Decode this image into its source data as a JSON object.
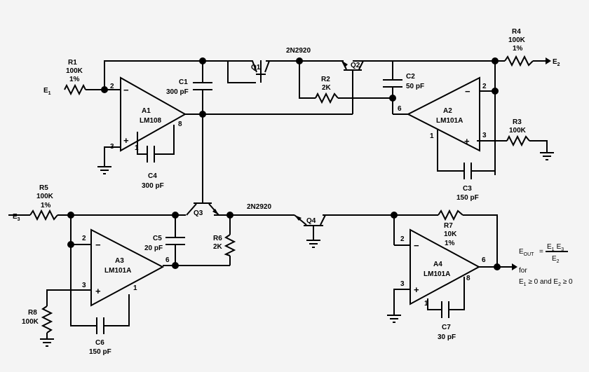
{
  "colors": {
    "ink": "#000000",
    "background": "#f4f4f4"
  },
  "inputs": {
    "e1": "E",
    "e1_sub": "1",
    "e2": "E",
    "e2_sub": "2",
    "e3": "E",
    "e3_sub": "3"
  },
  "transistor_type": "2N2920",
  "components": {
    "r1": {
      "name": "R1",
      "value": "100K",
      "tol": "1%"
    },
    "r2": {
      "name": "R2",
      "value": "2K"
    },
    "r3": {
      "name": "R3",
      "value": "100K"
    },
    "r4": {
      "name": "R4",
      "value": "100K",
      "tol": "1%"
    },
    "r5": {
      "name": "R5",
      "value": "100K",
      "tol": "1%"
    },
    "r6": {
      "name": "R6",
      "value": "2K"
    },
    "r7": {
      "name": "R7",
      "value": "10K",
      "tol": "1%"
    },
    "r8": {
      "name": "R8",
      "value": "100K"
    },
    "c1": {
      "name": "C1",
      "value": "300 pF"
    },
    "c2": {
      "name": "C2",
      "value": "50 pF"
    },
    "c3": {
      "name": "C3",
      "value": "150 pF"
    },
    "c4": {
      "name": "C4",
      "value": "300 pF"
    },
    "c5": {
      "name": "C5",
      "value": "20 pF"
    },
    "c6": {
      "name": "C6",
      "value": "150 pF"
    },
    "c7": {
      "name": "C7",
      "value": "30 pF"
    },
    "q1": {
      "name": "Q1"
    },
    "q2": {
      "name": "Q2"
    },
    "q3": {
      "name": "Q3"
    },
    "q4": {
      "name": "Q4"
    },
    "a1": {
      "name": "A1",
      "part": "LM108"
    },
    "a2": {
      "name": "A2",
      "part": "LM101A"
    },
    "a3": {
      "name": "A3",
      "part": "LM101A"
    },
    "a4": {
      "name": "A4",
      "part": "LM101A"
    }
  },
  "pins": {
    "p1": "1",
    "p2": "2",
    "p3": "3",
    "p6": "6",
    "p8": "8"
  },
  "signs": {
    "minus": "−",
    "plus": "+"
  },
  "equation": {
    "lhs": "E",
    "lhs_sub": "OUT",
    "equals": "=",
    "numerator": "E",
    "num_sub1": "1",
    "num_e2": "E",
    "num_sub2": "3",
    "denominator": "E",
    "den_sub": "2",
    "for": "for",
    "condition": "E",
    "cond_sub1": "1",
    "cond_mid": " ≥ 0 and E",
    "cond_sub2": "2",
    "cond_end": " ≥ 0"
  }
}
